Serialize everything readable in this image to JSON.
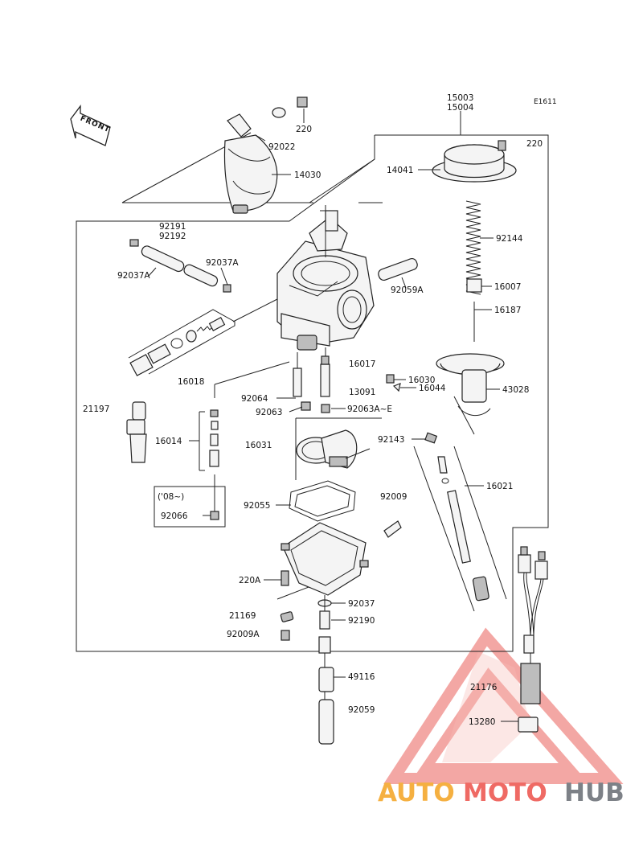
{
  "diagram_code": "E1611",
  "front_label": "FRONT",
  "year_note": "('08~)",
  "labels": {
    "p220": "220",
    "p92022": "92022",
    "p14030": "14030",
    "p15003": "15003",
    "p15004": "15004",
    "p220b": "220",
    "p14041": "14041",
    "p92144": "92144",
    "p16007": "16007",
    "p16187": "16187",
    "p43028": "43028",
    "p92191": "92191",
    "p92192": "92192",
    "p92037A_l": "92037A",
    "p92037A_r": "92037A",
    "p92059A": "92059A",
    "p16018": "16018",
    "p16017": "16017",
    "p16030": "16030",
    "p13091": "13091",
    "p16044": "16044",
    "p21197": "21197",
    "p92064": "92064",
    "p92063": "92063",
    "p92063AE": "92063A~E",
    "p16014": "16014",
    "p16031": "16031",
    "p92143": "92143",
    "p16021": "16021",
    "p92055": "92055",
    "p92009": "92009",
    "p92066": "92066",
    "p220A": "220A",
    "p92037": "92037",
    "p21169": "21169",
    "p92190": "92190",
    "p92009A": "92009A",
    "p49116": "49116",
    "p92059": "92059",
    "p21176": "21176",
    "p13280": "13280"
  },
  "watermark": {
    "part1": "AUTO",
    "part2": "MOTO",
    "part3": "HUB"
  },
  "colors": {
    "watermark_orange": "#f5b041",
    "watermark_red": "#ef6a64",
    "watermark_gray": "#7d8187",
    "triangle_red": "#f08a86"
  }
}
